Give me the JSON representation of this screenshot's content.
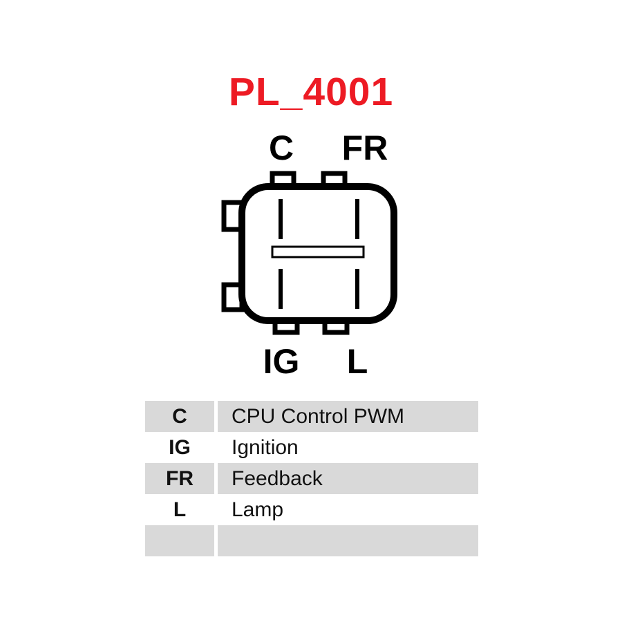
{
  "title": "PL_4001",
  "colors": {
    "title_red": "#ed1b24",
    "table_row_gray": "#d9d9d9",
    "line_black": "#000000"
  },
  "connector": {
    "top_labels": [
      "C",
      "FR"
    ],
    "bottom_labels": [
      "IG",
      "L"
    ]
  },
  "pin_table": {
    "rows": [
      {
        "pin": "C",
        "description": "CPU Control PWM"
      },
      {
        "pin": "IG",
        "description": "Ignition"
      },
      {
        "pin": "FR",
        "description": "Feedback"
      },
      {
        "pin": "L",
        "description": "Lamp"
      },
      {
        "pin": "",
        "description": ""
      }
    ]
  }
}
